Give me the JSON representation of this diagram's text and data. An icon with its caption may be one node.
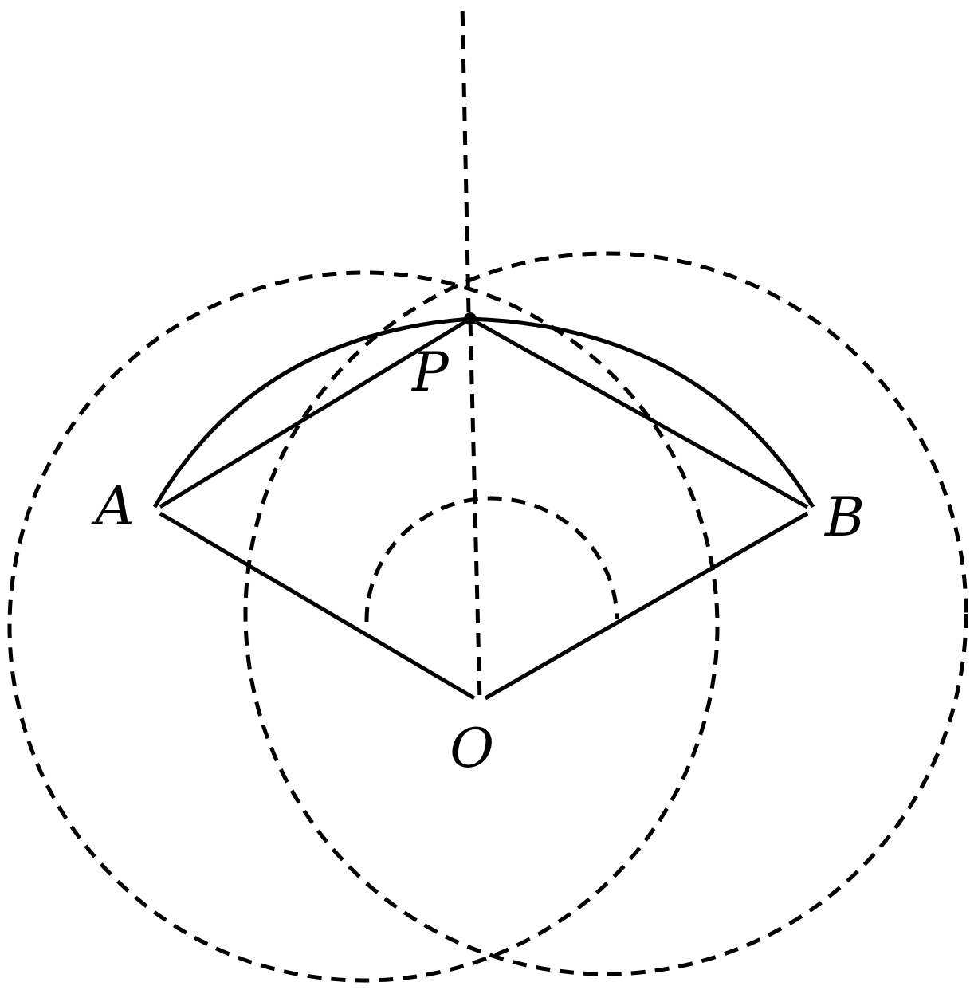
{
  "diagram": {
    "nodes": [
      {
        "text": [
          "A"
        ]
      },
      {
        "text": [
          "P"
        ]
      },
      {
        "text": [
          "B"
        ]
      },
      {
        "text": [
          "O"
        ]
      }
    ],
    "edges": [
      {
        "from": 0,
        "to": 1,
        "arrow": "none"
      },
      {
        "from": 1,
        "to": 2,
        "arrow": "none"
      },
      {
        "from": 2,
        "to": 3,
        "arrow": "none"
      },
      {
        "from": 3,
        "to": 0,
        "arrow": "none"
      },
      {
        "from": 3,
        "to": 1,
        "arrow": "none",
        "style": "dashed"
      }
    ]
  }
}
